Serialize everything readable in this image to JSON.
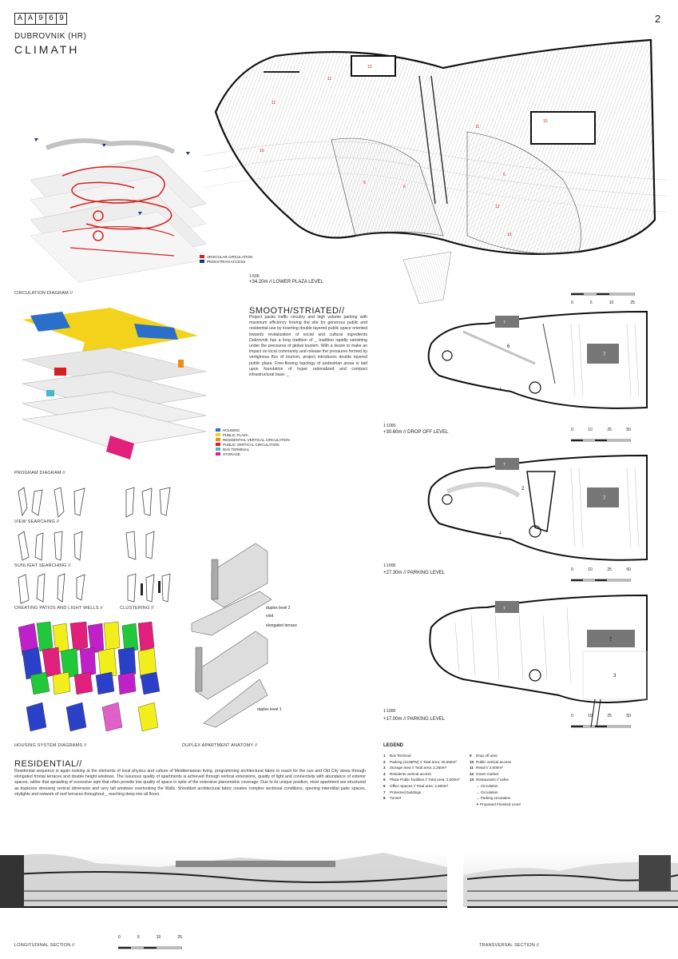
{
  "header": {
    "code_letters": [
      "A",
      "A",
      "9",
      "6",
      "9"
    ],
    "city": "DUBROVNIK (HR)",
    "project": "CLIMATH",
    "page_number": "2"
  },
  "site_plan": {
    "numbers": [
      "10",
      "11",
      "10",
      "11",
      "10",
      "11",
      "5",
      "6",
      "6",
      "12",
      "13"
    ],
    "scale": "1:500",
    "level": "+34.20m // LOWER PLAZA LEVEL",
    "scale_ticks": [
      "0",
      "5",
      "10",
      "25"
    ]
  },
  "circulation": {
    "title": "CIRCULATION DIAGRAM //",
    "legend": [
      {
        "label": "VEHICULAR CIRCULATION",
        "color": "#d42020"
      },
      {
        "label": "PEDESTRIAN ACCESS",
        "color": "#1e2f8c"
      }
    ]
  },
  "smooth": {
    "title": "SMOOTH/STRIATED//",
    "text": "Project packs traffic circuitry and high volume parking with maximum efficiency freeing the site for generous public and residential use by inserting double layered public space oriented towards revitalization of social and cultural ingredients Dubrovnik has a long tradition of _ tradition rapidly vanishing under the pressures of global tourism. With a desire to make an impact on local community and release the pressures formed by vertiginous flux of tourism, project introduces double layered public plaza. Free-flowing topology of pedestrian areas is laid upon foundation of hyper rationalized and compact infrastructural base. _"
  },
  "program": {
    "title": "PROGRAM DIAGRAM //",
    "legend": [
      {
        "label": "HOUSING",
        "color": "#2a6fc9"
      },
      {
        "label": "PUBLIC PLAZA",
        "color": "#f2d21b"
      },
      {
        "label": "RESIDENTIAL VERTICAL CIRCULATION",
        "color": "#f08a1c"
      },
      {
        "label": "PUBLIC VERTICAL CIRCULATION",
        "color": "#d42020"
      },
      {
        "label": "BUS TERMINAL",
        "color": "#46b8c8"
      },
      {
        "label": "STORAGE",
        "color": "#e0207a"
      }
    ]
  },
  "plans": [
    {
      "scale": "1:1000",
      "level": "+30.60m // DROP OFF LEVEL",
      "numbers": [
        "7",
        "6",
        "7",
        "4"
      ],
      "ticks": [
        "0",
        "10",
        "25",
        "50"
      ]
    },
    {
      "scale": "1:1000",
      "level": "+27.30m // PARKING LEVEL",
      "numbers": [
        "7",
        "2",
        "7",
        "4"
      ],
      "ticks": [
        "0",
        "10",
        "25",
        "50"
      ]
    },
    {
      "scale": "1:1000",
      "level": "+17.00m // PARKING LEVEL",
      "numbers": [
        "7",
        "7",
        "3"
      ],
      "ticks": [
        "0",
        "10",
        "25",
        "50"
      ]
    }
  ],
  "housing": {
    "view": "VIEW SEARCHING //",
    "sunlight": "SUNLIGHT SEARCHING //",
    "patios": "CREATING PATIOS AND  LIGHT WELLS //",
    "clustering": "CLUSTERING //",
    "title": "HOUSING SYSTEM DIAGRAMS //"
  },
  "duplex": {
    "title": "DUPLEX APARTMENT ANATOMY //",
    "labels": [
      "duplex level 2",
      "void",
      "elongated terrace",
      "duplex level 1"
    ]
  },
  "residential": {
    "title": "RESIDENTIAL//",
    "text": "Residential sequence is again looking at the elements of local physics and culture of Mediterranean living, programming architectural fabric to reach for the sun and Old City views through elongated frontal terraces and double height windows. The luxurious quality of apartments is achieved through vertical extensions, quality of light and connectivity with abundance of exterior spaces, rather that sprawling of excessive sqm that often provide low quality of space in spite of the extensive planometric coverage. Due to its unique position, most apartment are structured as duplexes stressing vertical dimension and very tall windows overlooking the Walls. Shredded architectural fabric creates complex sectional conditions, opening interstitial patio spaces, skylights and network of roof terraces throughout _ reaching deep into all floors."
  },
  "legend": {
    "title": "LEGEND",
    "col1": [
      {
        "n": "1",
        "t": "Bus Terminal"
      },
      {
        "n": "2",
        "t": "Parking (1125PM) // Total area: 35,650m²"
      },
      {
        "n": "3",
        "t": "Storage area // Total area: 2,250m²"
      },
      {
        "n": "4",
        "t": "Residents vertical access"
      },
      {
        "n": "5",
        "t": "Plaza-Public facilities // Total area: 3,000m²"
      },
      {
        "n": "6",
        "t": "Office Spaces // Total area: 2,500m²"
      },
      {
        "n": "7",
        "t": "Protected buildings"
      },
      {
        "n": "8",
        "t": "Tunnel"
      }
    ],
    "col2": [
      {
        "n": "9",
        "t": "Drop off area"
      },
      {
        "n": "10",
        "t": "Public vertical access"
      },
      {
        "n": "11",
        "t": "Retail // 2,000m²"
      },
      {
        "n": "12",
        "t": "Green market"
      },
      {
        "n": "13",
        "t": "Restaurants // cafes"
      },
      {
        "n": "",
        "t": "→ Circulation"
      },
      {
        "n": "",
        "t": "→ Circulation"
      },
      {
        "n": "",
        "t": "→ Parking circulation"
      },
      {
        "n": "",
        "t": "✦ Proposed Finished Level"
      }
    ]
  },
  "sections": {
    "longitudinal": "LONGITUDINAL SECTION //",
    "transversal": "TRANSVERSAL SECTION //",
    "ticks": [
      "0",
      "5",
      "10",
      "25"
    ]
  }
}
